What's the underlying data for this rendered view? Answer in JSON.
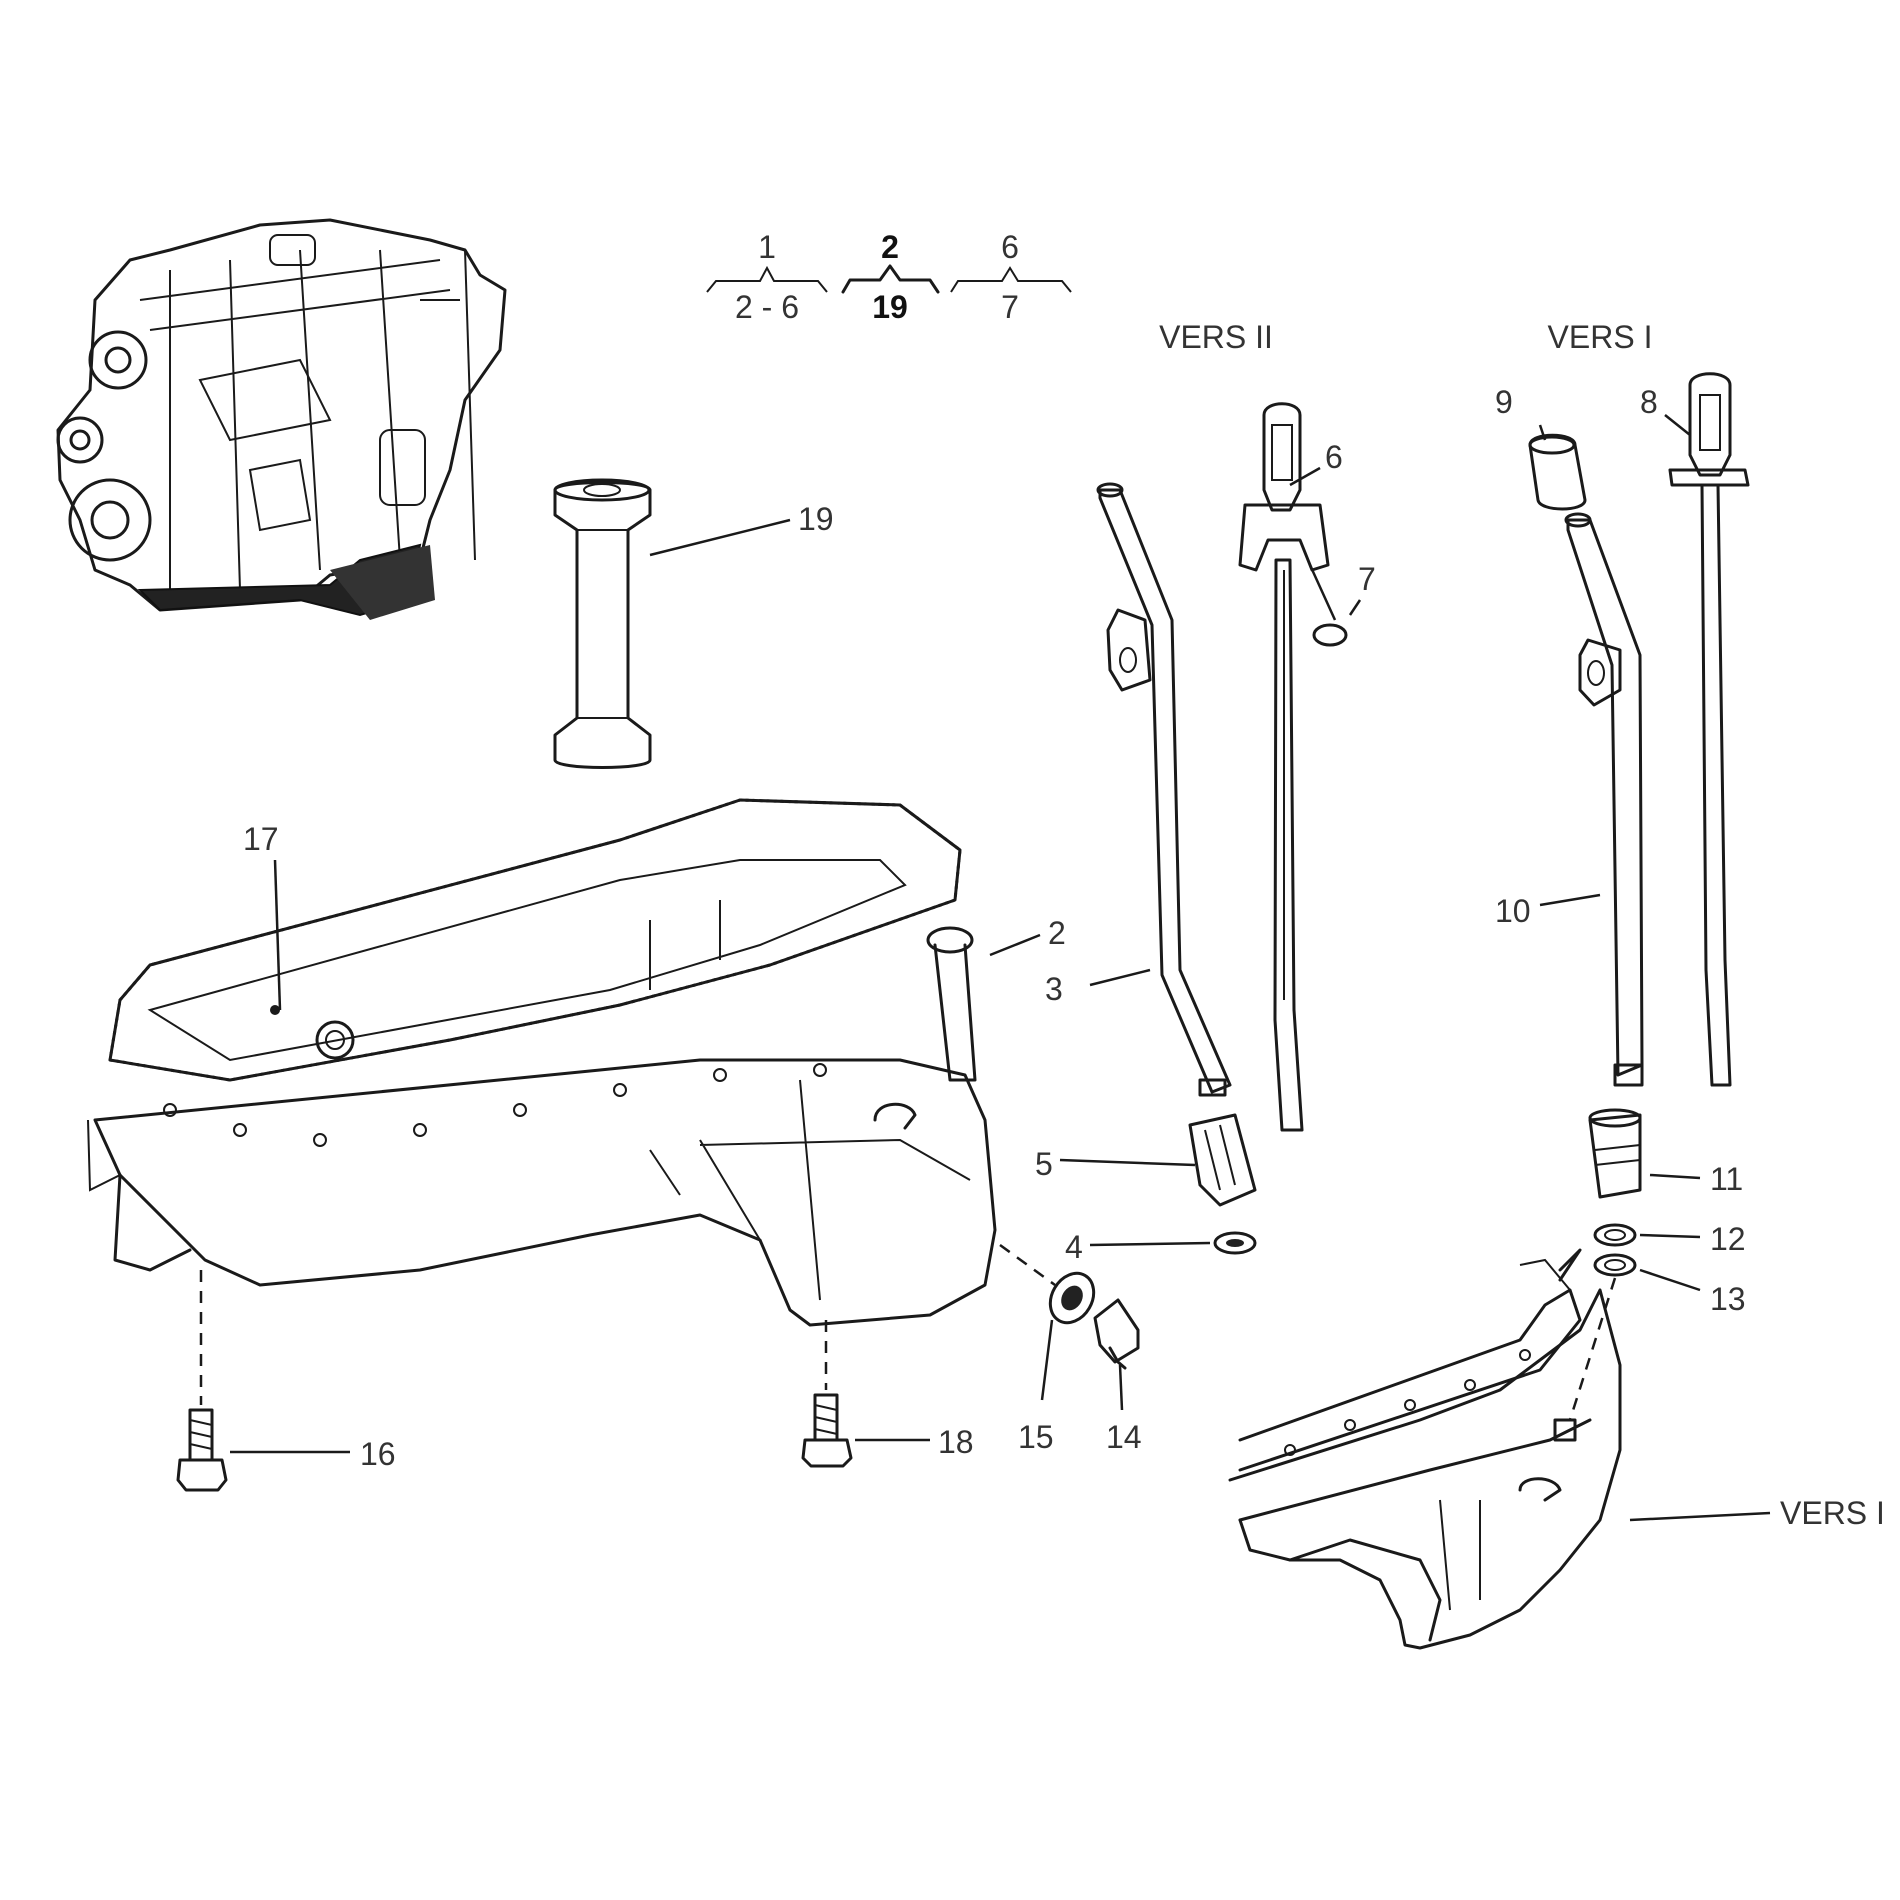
{
  "tree": {
    "groups": [
      {
        "parent": "1",
        "children": "2 - 6"
      },
      {
        "parent": "2",
        "children": "19"
      },
      {
        "parent": "6",
        "children": "7"
      }
    ]
  },
  "versions": {
    "vers_ii": "VERS II",
    "vers_i_top": "VERS I",
    "vers_i_side": "VERS I"
  },
  "callouts": {
    "p2": "2",
    "p3": "3",
    "p4": "4",
    "p5": "5",
    "p6": "6",
    "p7": "7",
    "p8": "8",
    "p9": "9",
    "p10": "10",
    "p11": "11",
    "p12": "12",
    "p13": "13",
    "p14": "14",
    "p15": "15",
    "p16": "16",
    "p17": "17",
    "p18": "18",
    "p19": "19"
  }
}
